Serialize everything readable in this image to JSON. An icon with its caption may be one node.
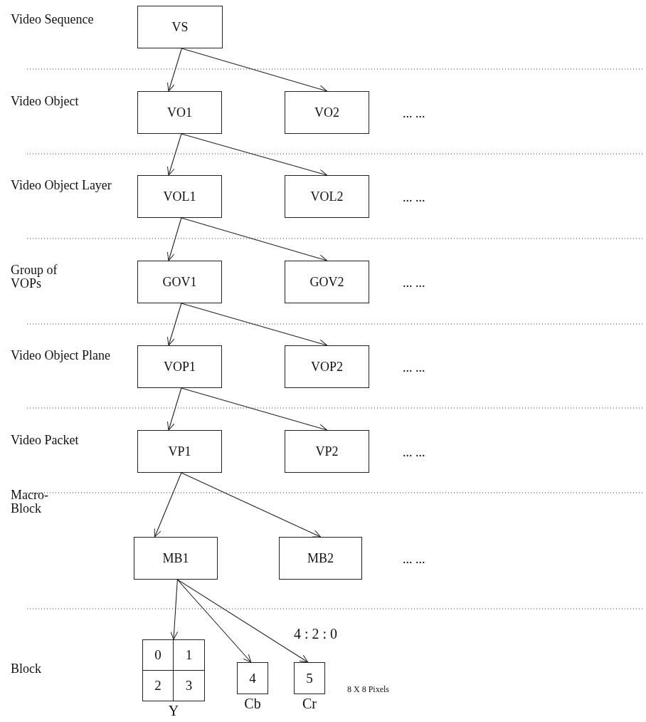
{
  "diagram": {
    "nodes": [
      {
        "text": [
          "VS"
        ]
      },
      {
        "text": [
          "VO1"
        ]
      },
      {
        "text": [
          "VO2"
        ]
      },
      {
        "text": [
          "VOL1"
        ]
      },
      {
        "text": [
          "VOL2"
        ]
      },
      {
        "text": [
          "GOV1"
        ]
      },
      {
        "text": [
          "GOV2"
        ]
      },
      {
        "text": [
          "VOP1"
        ]
      },
      {
        "text": [
          "VOP2"
        ]
      },
      {
        "text": [
          "VP1"
        ]
      },
      {
        "text": [
          "VP2"
        ]
      },
      {
        "text": [
          "MB1"
        ]
      },
      {
        "text": [
          "MB2"
        ]
      },
      {
        "text": [
          "0",
          "1",
          "2",
          "3"
        ],
        "beside": [
          "Y"
        ]
      },
      {
        "text": [
          "4"
        ],
        "beside": [
          "Cb"
        ]
      },
      {
        "text": [
          "5"
        ],
        "beside": [
          "Cr"
        ]
      }
    ],
    "edges": [
      {
        "from": 0,
        "to": 1,
        "arrow": "to"
      },
      {
        "from": 0,
        "to": 2,
        "arrow": "to"
      },
      {
        "from": 1,
        "to": 3,
        "arrow": "to"
      },
      {
        "from": 1,
        "to": 4,
        "arrow": "to"
      },
      {
        "from": 3,
        "to": 5,
        "arrow": "to"
      },
      {
        "from": 3,
        "to": 6,
        "arrow": "to"
      },
      {
        "from": 5,
        "to": 7,
        "arrow": "to"
      },
      {
        "from": 5,
        "to": 8,
        "arrow": "to"
      },
      {
        "from": 7,
        "to": 9,
        "arrow": "to"
      },
      {
        "from": 7,
        "to": 10,
        "arrow": "to"
      },
      {
        "from": 9,
        "to": 11,
        "arrow": "to"
      },
      {
        "from": 9,
        "to": 12,
        "arrow": "to"
      },
      {
        "from": 11,
        "to": 13,
        "arrow": "to"
      },
      {
        "from": 11,
        "to": 14,
        "arrow": "to"
      },
      {
        "from": 11,
        "to": 15,
        "arrow": "to"
      }
    ],
    "labels": [
      "Video Sequence",
      "Video Object",
      "... ...",
      "Video Object Layer",
      "... ...",
      "Group of VOPs",
      "... ...",
      "Video Object Plane",
      "... ...",
      "Video Packet",
      "... ...",
      "Macro-Block",
      "... ...",
      "4 : 2 : 0",
      "Block",
      "8 X 8 Pixels"
    ]
  }
}
